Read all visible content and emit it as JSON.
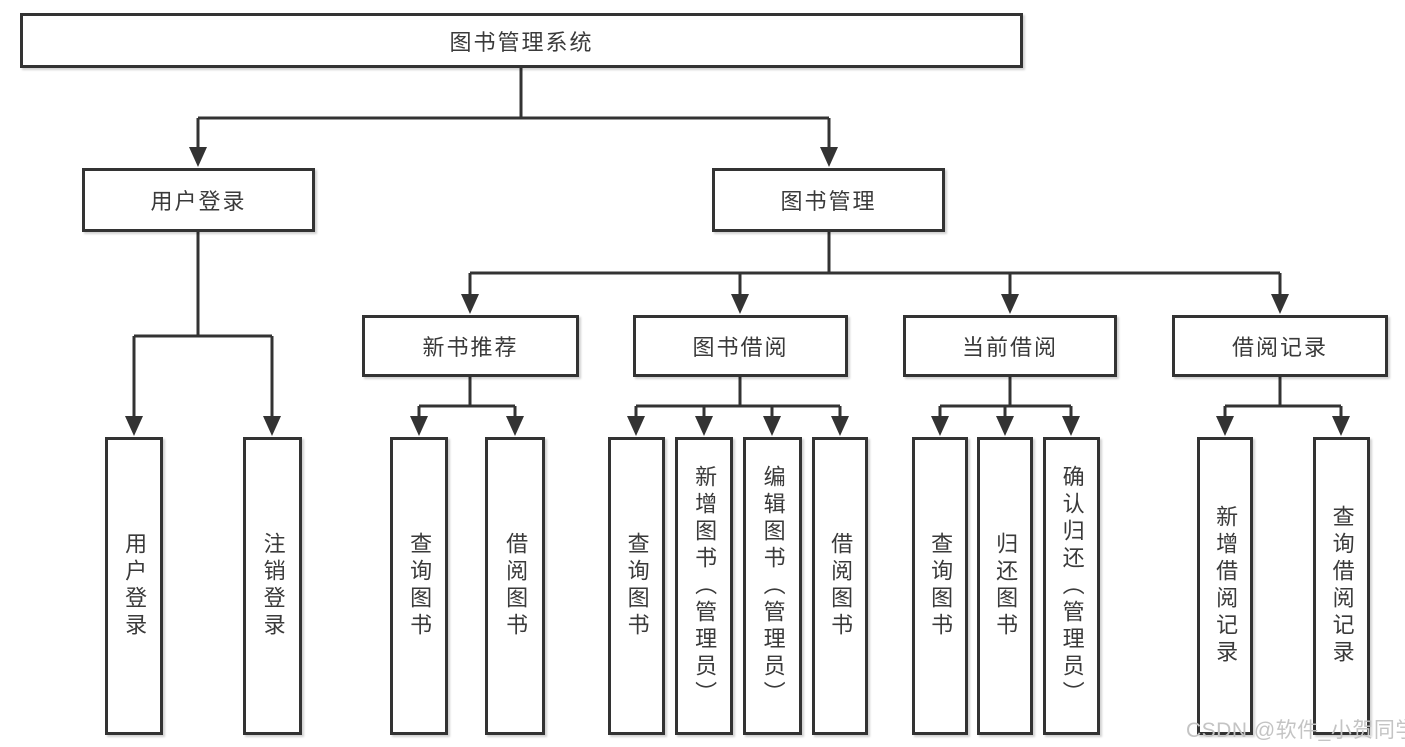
{
  "tree": {
    "label": "图书管理系统",
    "children": [
      {
        "label": "用户登录",
        "children": [
          {
            "label": "用户登录"
          },
          {
            "label": "注销登录"
          }
        ]
      },
      {
        "label": "图书管理",
        "children": [
          {
            "label": "新书推荐",
            "children": [
              {
                "label": "查询图书"
              },
              {
                "label": "借阅图书"
              }
            ]
          },
          {
            "label": "图书借阅",
            "children": [
              {
                "label": "查询图书"
              },
              {
                "label": "新增图书（管理员）"
              },
              {
                "label": "编辑图书（管理员）"
              },
              {
                "label": "借阅图书"
              }
            ]
          },
          {
            "label": "当前借阅",
            "children": [
              {
                "label": "查询图书"
              },
              {
                "label": "归还图书"
              },
              {
                "label": "确认归还（管理员）"
              }
            ]
          },
          {
            "label": "借阅记录",
            "children": [
              {
                "label": "新增借阅记录"
              },
              {
                "label": "查询借阅记录"
              }
            ]
          }
        ]
      }
    ]
  },
  "colors": {
    "line": "#333333",
    "text": "#3a3a3a",
    "watermark": "#c4c4c4",
    "background": "#ffffff"
  },
  "watermark": {
    "text": "CSDN @软件_小贺同学"
  }
}
